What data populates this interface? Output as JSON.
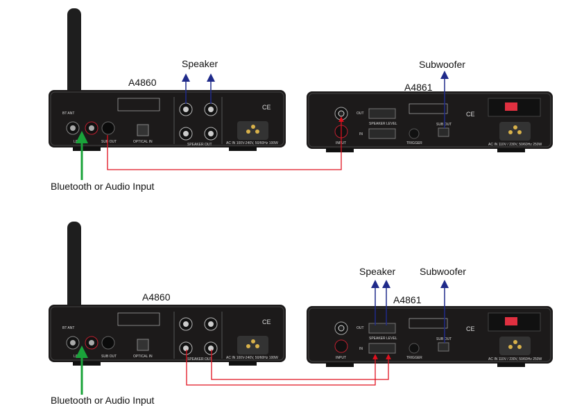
{
  "colors": {
    "audio_input": "#1aa33a",
    "speaker_output": "#1f2a8a",
    "connection": "#e0101e",
    "chassis": "#1c1a1a"
  },
  "amplifier": {
    "model": "A4860",
    "bt_ant": "BT ANT",
    "line_in": "LINE IN",
    "l": "L",
    "r": "R",
    "sub_out": "SUB OUT",
    "optical_in": "OPTICAL IN",
    "speaker_out": "SPEAKER OUT",
    "power": "AC IN 100V-240V, 50/60Hz 100W"
  },
  "subwoofer_amp": {
    "model": "A4861",
    "out": "OUT",
    "in": "IN",
    "speaker_level": "SPEAKER LEVEL",
    "input": "INPUT",
    "trigger": "TRIGGER",
    "sub_out": "SUB OUT",
    "power": "AC IN 110V / 230V, 50/60Hz 250W"
  },
  "diagram_top": {
    "amp_label": "A4860",
    "sub_label": "A4861",
    "speaker": "Speaker",
    "subwoofer": "Subwoofer",
    "source": "Bluetooth or Audio Input"
  },
  "diagram_bottom": {
    "amp_label": "A4860",
    "sub_label": "A4861",
    "speaker": "Speaker",
    "subwoofer": "Subwoofer",
    "source": "Bluetooth or Audio Input"
  }
}
